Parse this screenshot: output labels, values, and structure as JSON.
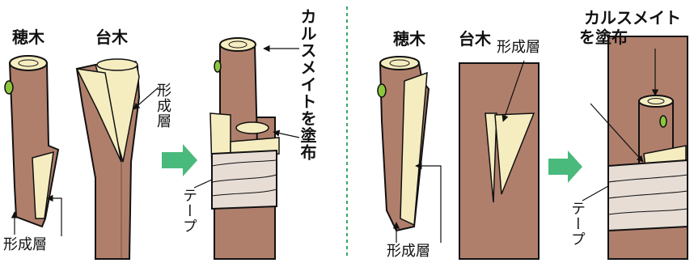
{
  "left_panel": {
    "scion_title": "穂木",
    "rootstock_title": "台木",
    "cambium_rootstock": "形成層",
    "cambium_scion": "形成層",
    "coating_note": "カルスメイトを塗布",
    "tape_label": "テープ"
  },
  "right_panel": {
    "scion_title": "穂木",
    "rootstock_title": "台木",
    "cambium_rootstock": "形成層",
    "cambium_scion": "形成層",
    "coating_note_line1": "カルスメイト",
    "coating_note_line2": "を塗布",
    "tape_label": "テープ"
  },
  "colors": {
    "bark": "#b07f6c",
    "wood": "#f5edc0",
    "tape": "#e8ddd5",
    "arrow": "#4ab97c",
    "divider": "#3aa865",
    "bud": "#8cc63f"
  }
}
